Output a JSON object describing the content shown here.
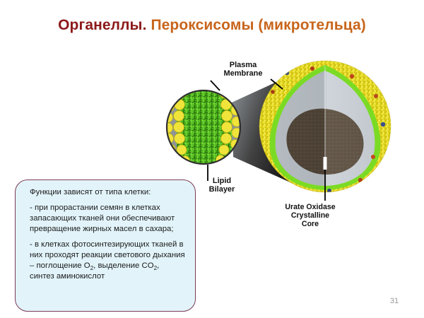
{
  "slide": {
    "title_primary": "Органеллы.",
    "title_secondary": "Пероксисомы (микротельца)",
    "page_number": "31",
    "background_color": "#ffffff",
    "title_primary_color": "#8C1A1A",
    "title_secondary_color": "#C8651B"
  },
  "info_box": {
    "heading": "Функции зависят от типа клетки:",
    "paragraph_1": "- при прорастании семян в клетках запасающих тканей они обеспечивают превращение жирных масел в сахара;",
    "paragraph_2_part_1": "- в клетках фотосинтезирующих тканей в них проходят реакции светового дыхания – поглощение O",
    "paragraph_2_sub_1": "2",
    "paragraph_2_part_2": ", выделение CO",
    "paragraph_2_sub_2": "2",
    "paragraph_2_part_3": ", синтез аминокислот",
    "background_color": "#E2F4FA",
    "border_color": "#7C3B55"
  },
  "diagram": {
    "caption_plasma_membrane": "Plasma\nMembrane",
    "caption_plasma_membrane_line_1": "Plasma",
    "caption_plasma_membrane_line_2": "Membrane",
    "caption_lipid_bilayer_line_1": "Lipid",
    "caption_lipid_bilayer_line_2": "Bilayer",
    "caption_urate_line_1": "Urate Oxidase",
    "caption_urate_line_2": "Crystalline",
    "caption_urate_line_3": "Core",
    "colors": {
      "membrane_yellow": "#E8DC28",
      "membrane_yellow_dark": "#C9BC14",
      "lipid_tail_green": "#4CAF1E",
      "inner_membrane_green": "#6FD01E",
      "matrix_gray_light": "#C8CDD2",
      "matrix_gray_dark": "#9AA2A8",
      "crystalline_core_dark": "#4D4236",
      "crystalline_core_light": "#6E6254",
      "funnel_dark": "#2B2B2B",
      "leader_line": "#000000"
    }
  }
}
